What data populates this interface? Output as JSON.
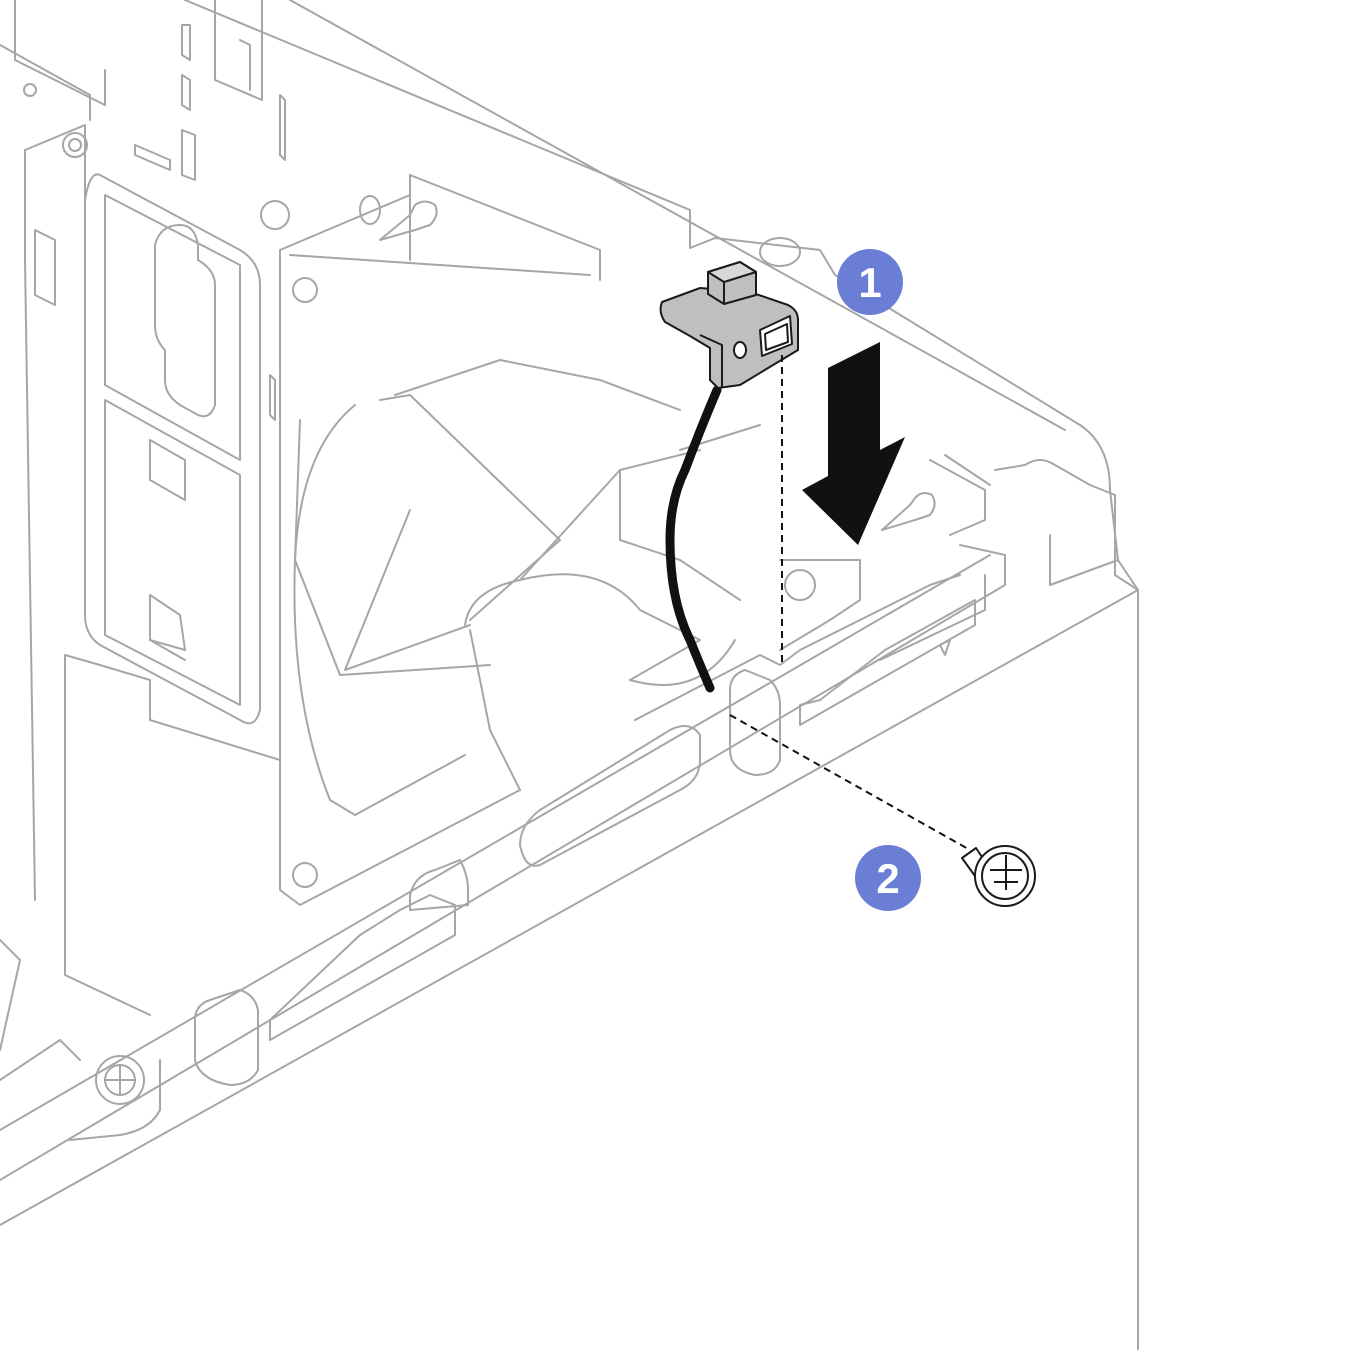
{
  "colors": {
    "background": "#ffffff",
    "chassis_line": "#a6a6a6",
    "part_outline": "#1a1a1a",
    "switch_fill": "#bfbfbf",
    "cable": "#111111",
    "arrow": "#111111",
    "callout_fill": "#6b7ed6",
    "callout_text": "#ffffff"
  },
  "callouts": [
    {
      "number": "1",
      "meaning": "install-switch-step"
    },
    {
      "number": "2",
      "meaning": "install-screw-step"
    }
  ],
  "icons": [
    "down-arrow-icon",
    "screw-icon",
    "intrusion-switch-icon",
    "cable-icon"
  ]
}
